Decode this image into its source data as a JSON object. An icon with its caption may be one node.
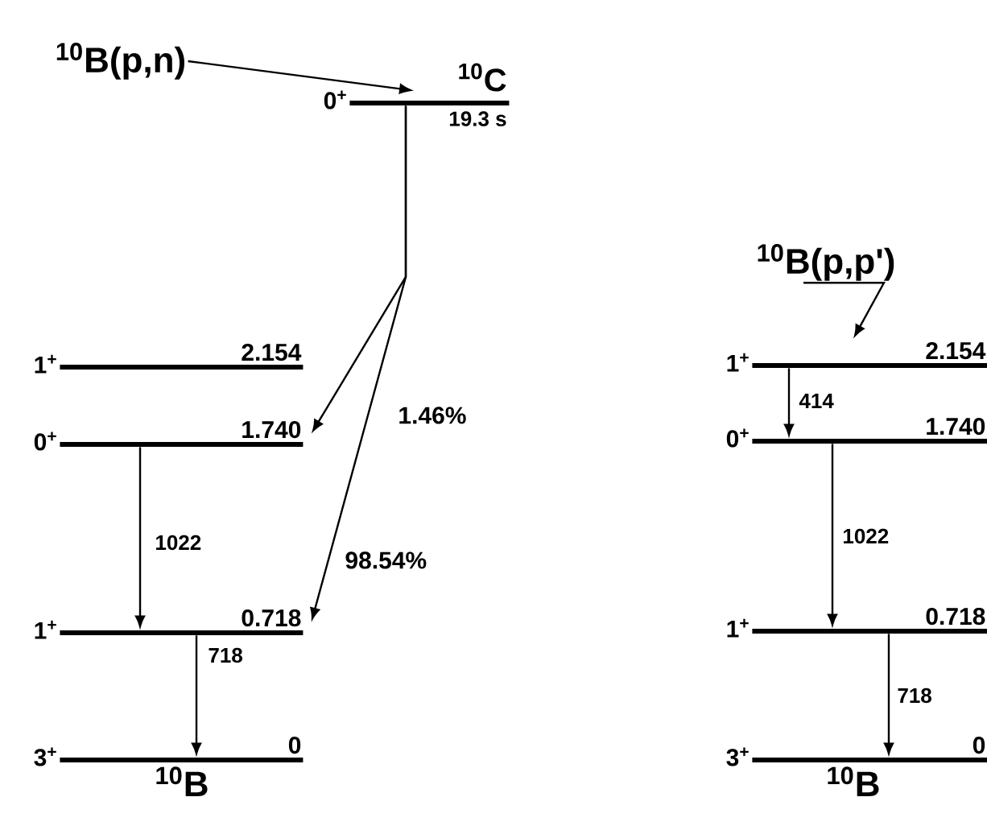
{
  "diagram": {
    "nodes": [
      {
        "text": [
          "$^{10}$B(p,n)"
        ]
      },
      {
        "text": [
          "0$^{+}$",
          "$^{10}$C",
          "19.3 s"
        ]
      },
      {
        "text": [
          "1$^{+}$",
          "2.154"
        ]
      },
      {
        "text": [
          "0$^{+}$",
          "1.740"
        ]
      },
      {
        "text": [
          "1$^{+}$",
          "0.718"
        ]
      },
      {
        "text": [
          "3$^{+}$",
          "0",
          "$^{10}$B"
        ]
      },
      {
        "text": [
          "$^{10}$B(p,p')"
        ]
      },
      {
        "text": [
          "1$^{+}$",
          "2.154"
        ]
      },
      {
        "text": [
          "0$^{+}$",
          "1.740"
        ]
      },
      {
        "text": [
          "1$^{+}$",
          "0.718"
        ]
      },
      {
        "text": [
          "3$^{+}$",
          "0",
          "$^{10}$B"
        ]
      }
    ],
    "edges": [
      {
        "from": 0,
        "to": 1,
        "arrow": "to"
      },
      {
        "from": 1,
        "to": 3,
        "arrow": "to",
        "label": "1.46%"
      },
      {
        "from": 1,
        "to": 4,
        "arrow": "to",
        "label": "98.54%"
      },
      {
        "from": 3,
        "to": 4,
        "arrow": "to",
        "label": "1022"
      },
      {
        "from": 4,
        "to": 5,
        "arrow": "to",
        "label": "718"
      },
      {
        "from": 6,
        "to": 7,
        "arrow": "to"
      },
      {
        "from": 7,
        "to": 8,
        "arrow": "to",
        "label": "414"
      },
      {
        "from": 8,
        "to": 9,
        "arrow": "to",
        "label": "1022"
      },
      {
        "from": 9,
        "to": 10,
        "arrow": "to",
        "label": "718"
      }
    ]
  }
}
